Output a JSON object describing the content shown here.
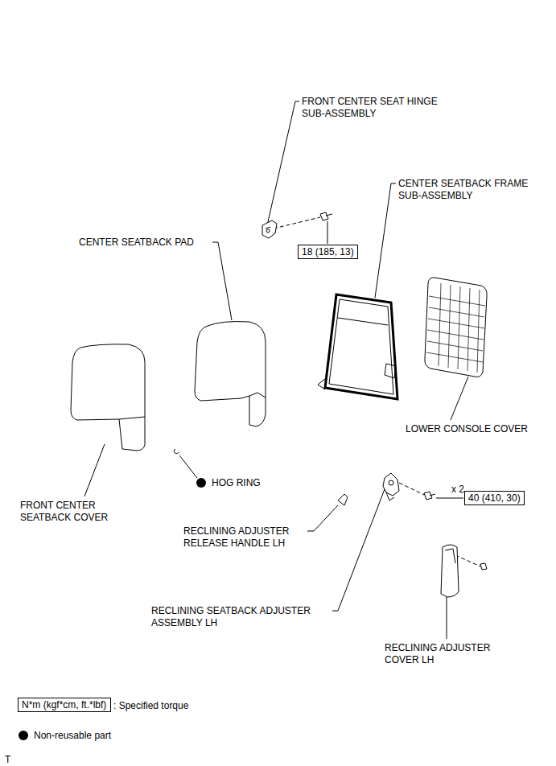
{
  "diagram": {
    "nodes": [
      {
        "text": [
          "18 (185, 13)"
        ]
      },
      {
        "text": [
          "40 (410, 30)"
        ]
      },
      {
        "text": [
          "N*m (kgf*cm, ft.*lbf)"
        ]
      }
    ],
    "labels": [
      "FRONT CENTER SEAT HINGE SUB-ASSEMBLY",
      "CENTER SEATBACK FRAME SUB-ASSEMBLY",
      "CENTER SEATBACK PAD",
      "LOWER CONSOLE COVER",
      "HOG RING",
      "FRONT CENTER SEATBACK COVER",
      "x 2",
      "RECLINING ADJUSTER RELEASE HANDLE LH",
      "RECLINING SEATBACK ADJUSTER ASSEMBLY LH",
      "RECLINING ADJUSTER COVER LH",
      "T"
    ],
    "legend": [
      {
        "text": ": Specified torque"
      },
      {
        "text": "Non-reusable part"
      }
    ]
  }
}
